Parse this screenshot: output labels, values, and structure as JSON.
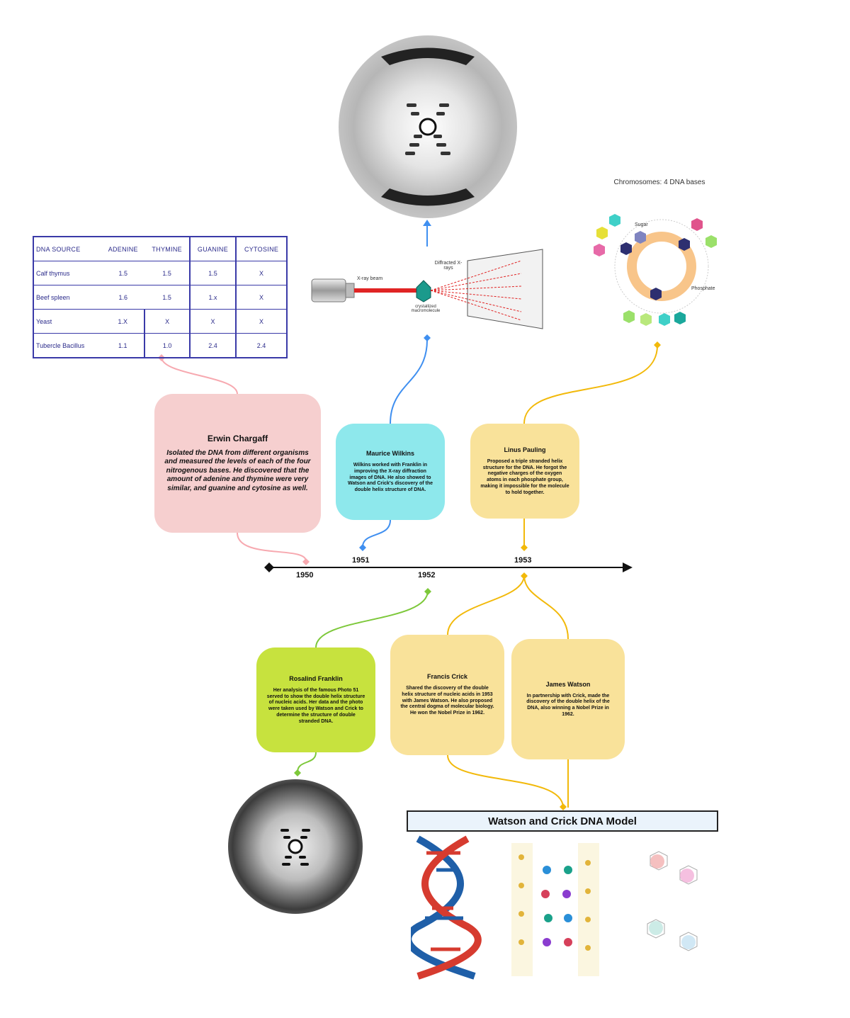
{
  "colors": {
    "chargaff": "#f6cfcf",
    "wilkins": "#8ee8ec",
    "pauling": "#f9e29a",
    "franklin": "#c7e23e",
    "crick": "#f9e29a",
    "watson": "#f9e29a",
    "link_pink": "#f7a9b0",
    "link_blue": "#3f8ff0",
    "link_yellow": "#f2b90a",
    "link_green": "#7dc83a",
    "table_border": "#3a3aa8"
  },
  "chargaff_table": {
    "headers": [
      "DNA SOURCE",
      "ADENINE",
      "THYMINE",
      "GUANINE",
      "CYTOSINE"
    ],
    "rows": [
      [
        "Calf thymus",
        "1.5",
        "1.5",
        "1.5",
        "X"
      ],
      [
        "Beef spleen",
        "1.6",
        "1.5",
        "1.x",
        "X"
      ],
      [
        "Yeast",
        "1.X",
        "X",
        "X",
        "X"
      ],
      [
        "Tubercle Bacillus",
        "1.1",
        "1.0",
        "2.4",
        "2.4"
      ]
    ]
  },
  "events": {
    "chargaff": {
      "name": "Erwin Chargaff",
      "desc": "Isolated the DNA from different organisms and measured the levels of each of the four nitrogenous bases. He discovered that the amount of adenine and thymine were very similar, and guanine and cytosine as well."
    },
    "wilkins": {
      "name": "Maurice Wilkins",
      "desc": "Wilkins worked with Franklin in improving the X-ray diffraction images of DNA. He also showed to Watson and Crick's discovery of the double helix structure of DNA."
    },
    "pauling": {
      "name": "Linus Pauling",
      "desc": "Proposed a triple stranded helix structure for the DNA. He forgot the negative charges of the oxygen atoms in each phosphate group, making it impossible for the molecule to hold together."
    },
    "franklin": {
      "name": "Rosalind Franklin",
      "desc": "Her analysis of the famous Photo 51 served to show the double helix structure of nucleic acids. Her data and the photo were taken used by Watson and Crick to determine the structure of double stranded DNA."
    },
    "crick": {
      "name": "Francis Crick",
      "desc": "Shared the discovery of the double helix structure of nucleic acids in 1953 with James Watson. He also proposed the central dogma of molecular biology. He won the Nobel Prize in 1962."
    },
    "watson": {
      "name": "James Watson",
      "desc": "In partnership with Crick, made the discovery of the double helix of the DNA, also winning a Nobel Prize in 1962."
    }
  },
  "timeline": {
    "years": [
      "1950",
      "1951",
      "1952",
      "1953"
    ]
  },
  "figures": {
    "xray_labels": {
      "beam": "X-ray beam",
      "crystal": "crystallized macromolecule",
      "diffracted": "Diffracted X-rays"
    },
    "nucleotide_title": "Chromosomes: 4 DNA bases",
    "nucleotide_labels": {
      "sugar": "Sugar",
      "phosphate": "Phosphate"
    },
    "model_title": "Watson and Crick DNA Model"
  }
}
